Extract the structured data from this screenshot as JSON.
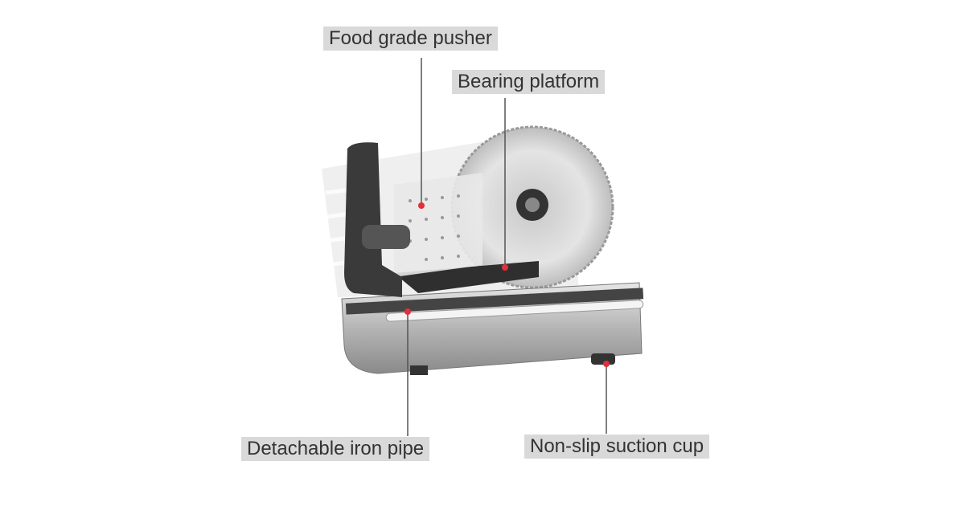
{
  "labels": {
    "pusher": "Food grade pusher",
    "platform": "Bearing platform",
    "pipe": "Detachable iron pipe",
    "suction": "Non-slip suction cup"
  },
  "colors": {
    "label_bg": "#d9d9d9",
    "label_text": "#333333",
    "marker": "#e0303c"
  }
}
